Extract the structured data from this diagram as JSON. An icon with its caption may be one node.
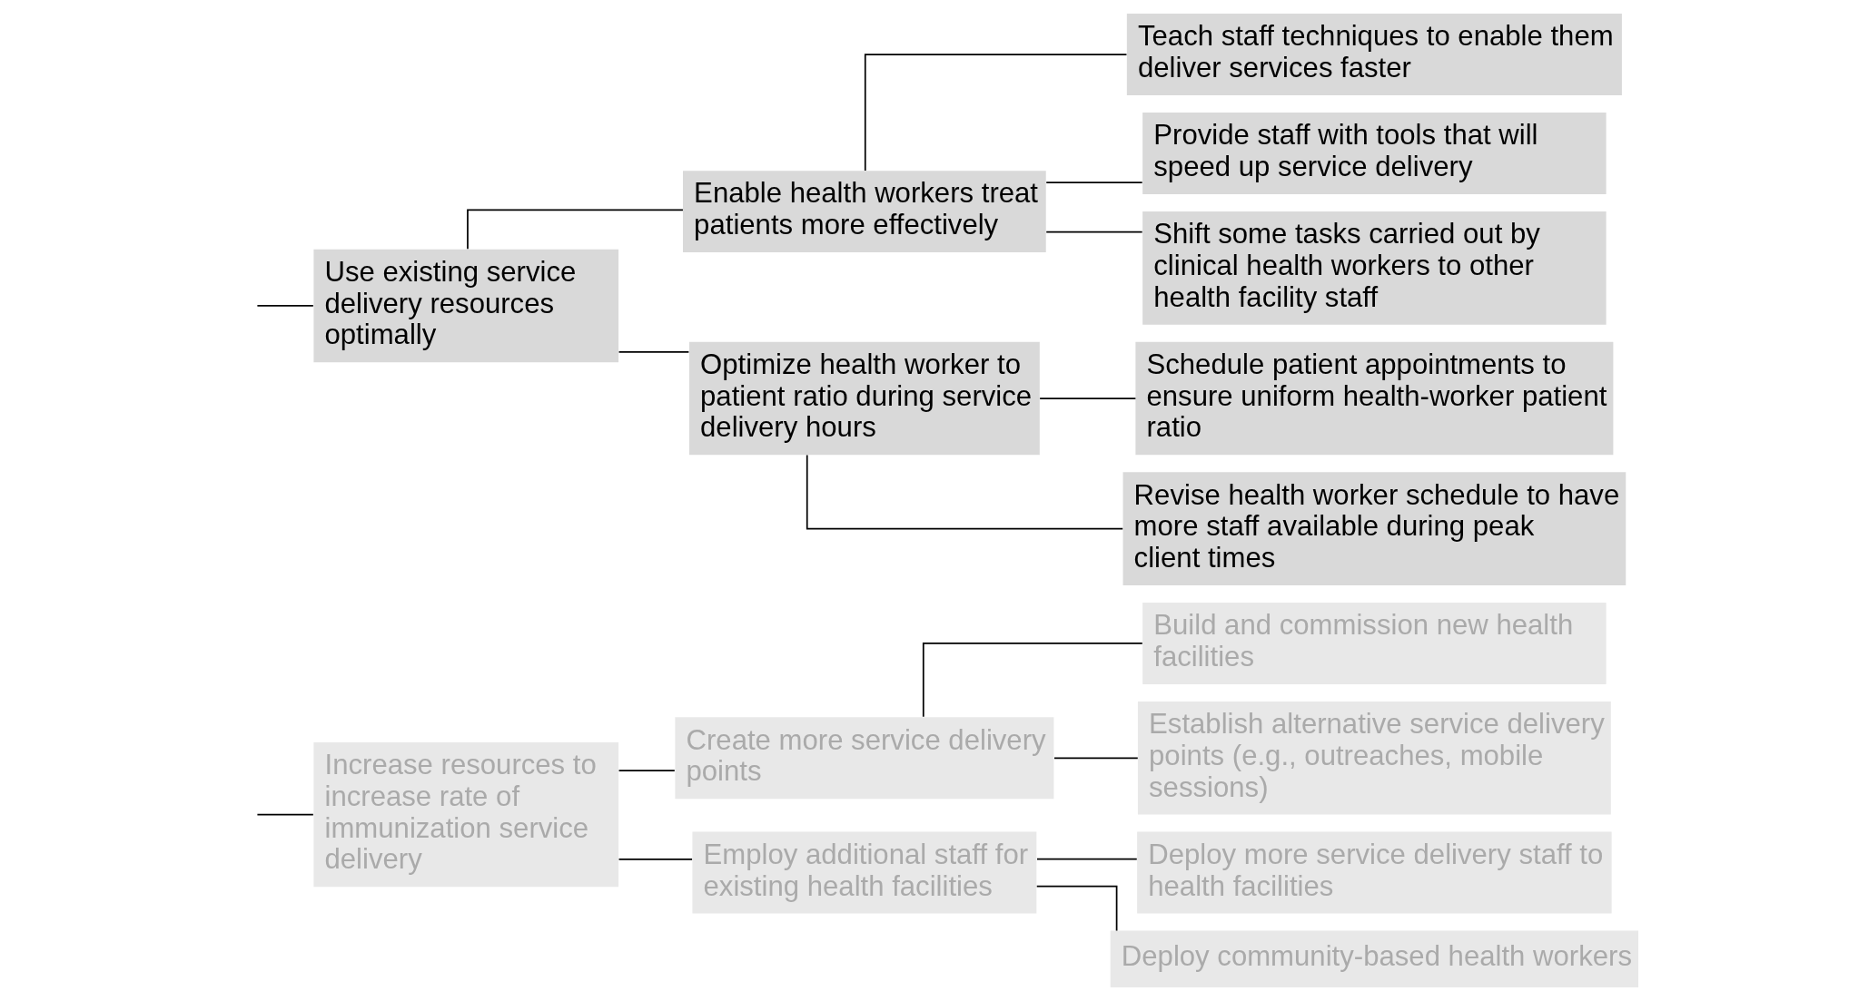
{
  "diagram": {
    "nodes": [
      {
        "text": [
          "Increase resources to increase rate of immunization service delivery"
        ]
      },
      {
        "text": [
          "Create more service delivery points"
        ]
      },
      {
        "text": [
          "Build and commission new health facilities"
        ]
      },
      {
        "text": [
          "Establish alternative service delivery points (e.g., outreaches, mobile sessions)"
        ]
      },
      {
        "text": [
          "Employ additional staff for existing health facilities"
        ]
      },
      {
        "text": [
          "Deploy more service delivery staff to health facilities"
        ]
      },
      {
        "text": [
          "Deploy community-based health workers"
        ]
      },
      {
        "text": [
          "Use existing service delivery resources optimally"
        ]
      },
      {
        "text": [
          "Enable health workers treat patients more effectively"
        ]
      },
      {
        "text": [
          "Teach staff techniques to enable them deliver services faster"
        ]
      },
      {
        "text": [
          "Provide staff with tools that will speed up service delivery"
        ]
      },
      {
        "text": [
          "Shift some tasks carried out by clinical health workers to other health facility staff"
        ]
      },
      {
        "text": [
          "Optimize health worker to patient ratio during service delivery hours"
        ]
      },
      {
        "text": [
          "Schedule patient appointments to ensure uniform health-worker patient ratio"
        ]
      },
      {
        "text": [
          "Revise health worker schedule to have more staff available during peak client times"
        ]
      }
    ],
    "edges": [
      {
        "from": null,
        "to": 0,
        "arrow": "none"
      },
      {
        "from": null,
        "to": 7,
        "arrow": "none"
      },
      {
        "from": 0,
        "to": 1,
        "arrow": "none"
      },
      {
        "from": 0,
        "to": 4,
        "arrow": "none"
      },
      {
        "from": 1,
        "to": 2,
        "arrow": "none"
      },
      {
        "from": 1,
        "to": 3,
        "arrow": "none"
      },
      {
        "from": 4,
        "to": 5,
        "arrow": "none"
      },
      {
        "from": 4,
        "to": 6,
        "arrow": "none"
      },
      {
        "from": 7,
        "to": 8,
        "arrow": "none"
      },
      {
        "from": 7,
        "to": 12,
        "arrow": "none"
      },
      {
        "from": 8,
        "to": 9,
        "arrow": "none"
      },
      {
        "from": 8,
        "to": 10,
        "arrow": "none"
      },
      {
        "from": 8,
        "to": 11,
        "arrow": "none"
      },
      {
        "from": 12,
        "to": 13,
        "arrow": "none"
      },
      {
        "from": 12,
        "to": 14,
        "arrow": "none"
      }
    ]
  }
}
